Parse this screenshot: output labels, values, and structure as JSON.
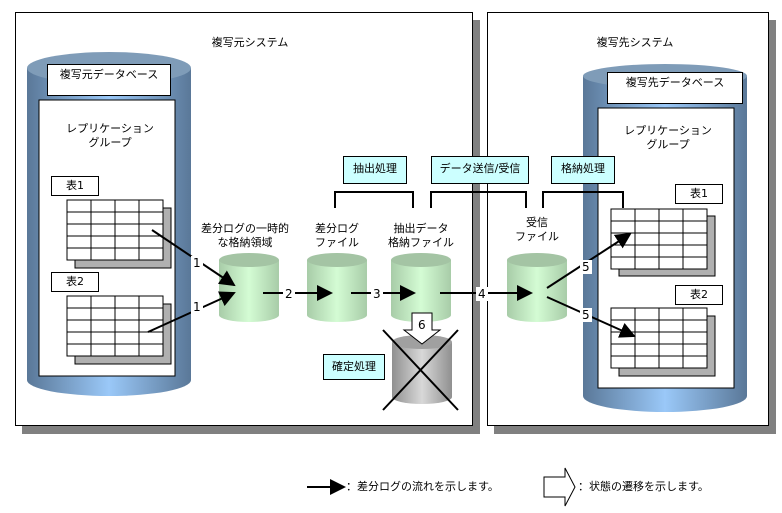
{
  "source_system": {
    "title": "複写元システム",
    "database_label": "複写元データベース",
    "group_label_line1": "レプリケーション",
    "group_label_line2": "グループ",
    "tables": [
      "表1",
      "表2"
    ]
  },
  "target_system": {
    "title": "複写先システム",
    "database_label": "複写先データベース",
    "group_label_line1": "レプリケーション",
    "group_label_line2": "グループ",
    "tables": [
      "表1",
      "表2"
    ]
  },
  "storages": {
    "temp_area_line1": "差分ログの一時的",
    "temp_area_line2": "な格納領域",
    "diff_log_line1": "差分ログ",
    "diff_log_line2": "ファイル",
    "extract_line1": "抽出データ",
    "extract_line2": "格納ファイル",
    "receive_line1": "受信",
    "receive_line2": "ファイル"
  },
  "processes": {
    "extract": "抽出処理",
    "transfer": "データ送信/受信",
    "store": "格納処理",
    "commit": "確定処理"
  },
  "steps": [
    "1",
    "1",
    "2",
    "3",
    "4",
    "5",
    "5",
    "6"
  ],
  "legend": {
    "flow_arrow": "：差分ログの流れを示します。",
    "state_arrow": "：状態の遷移を示します。"
  },
  "colors": {
    "process_box": "#ccffff",
    "db_cylinder": "#5f7f9f",
    "file_cylinder": "#b8e0b8",
    "shadow": "#808080"
  }
}
